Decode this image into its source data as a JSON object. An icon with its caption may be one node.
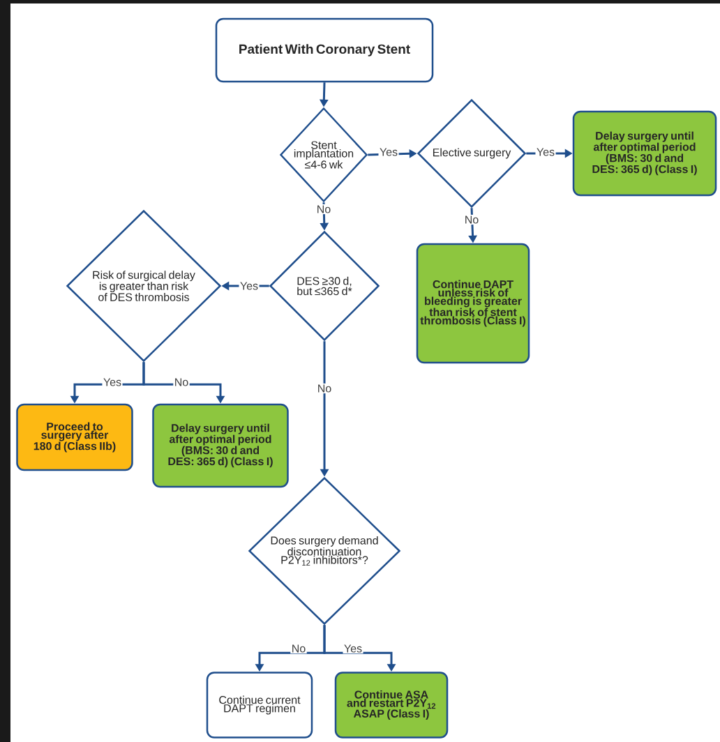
{
  "diagram": {
    "nodes": [
      {
        "text": [
          "Patient With Coronary Stent"
        ]
      },
      {
        "text": [
          "Stent implantation ≤4-6 wk"
        ]
      },
      {
        "text": [
          "Elective surgery"
        ]
      },
      {
        "text": [
          "Delay surgery until after optimal period (BMS: 30 d and DES: 365 d) (Class I)"
        ]
      },
      {
        "text": [
          "Continue DAPT unless risk of bleeding is greater than risk of stent thrombosis (Class I)"
        ]
      },
      {
        "text": [
          "DES ≥30 d, but ≤365 d*"
        ]
      },
      {
        "text": [
          "Risk of surgical delay is greater than risk of DES thrombosis"
        ]
      },
      {
        "text": [
          "Proceed to surgery after 180 d (Class IIb)"
        ]
      },
      {
        "text": [
          "Delay surgery until after optimal period (BMS: 30 d and DES: 365 d) (Class I)"
        ]
      },
      {
        "text": [
          "Does surgery demand discontinuation P2Y$_{12}$ inhibitors*?"
        ]
      },
      {
        "text": [
          "Continue current DAPT regimen"
        ]
      },
      {
        "text": [
          "Continue ASA and restart P2Y$_{12}$ ASAP (Class I)"
        ]
      }
    ],
    "edges": [
      {
        "from": 0,
        "to": 1,
        "arrow": "to"
      },
      {
        "from": 1,
        "to": 2,
        "arrow": "to",
        "label": "Yes"
      },
      {
        "from": 2,
        "to": 3,
        "arrow": "to",
        "label": "Yes"
      },
      {
        "from": 2,
        "to": 4,
        "arrow": "to",
        "label": "No"
      },
      {
        "from": 1,
        "to": 5,
        "arrow": "to",
        "label": "No"
      },
      {
        "from": 5,
        "to": 6,
        "arrow": "to",
        "label": "Yes"
      },
      {
        "from": 6,
        "to": 7,
        "arrow": "to",
        "label": "Yes"
      },
      {
        "from": 6,
        "to": 8,
        "arrow": "to",
        "label": "No"
      },
      {
        "from": 5,
        "to": 9,
        "arrow": "to",
        "label": "No"
      },
      {
        "from": 9,
        "to": 10,
        "arrow": "to",
        "label": "No"
      },
      {
        "from": 9,
        "to": 11,
        "arrow": "to",
        "label": "Yes"
      }
    ]
  }
}
